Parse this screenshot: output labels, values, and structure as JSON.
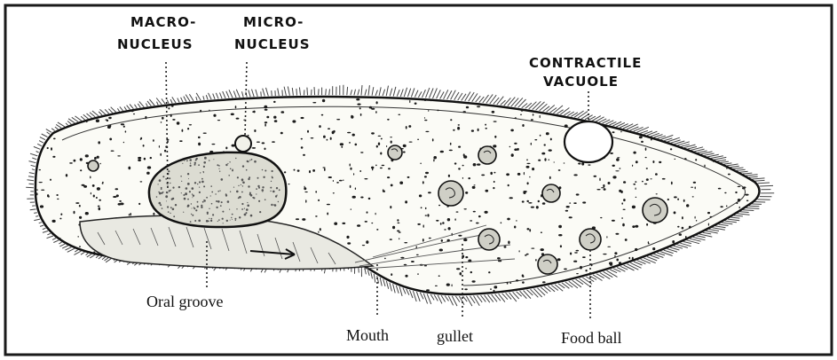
{
  "labels": {
    "macro_line1": "MACRO-",
    "macro_line2": "NUCLEUS",
    "micro_line1": "MICRO-",
    "micro_line2": "NUCLEUS",
    "contractile_line1": "CONTRACTILE",
    "contractile_line2": "VACUOLE",
    "oral_groove": "Oral groove",
    "mouth": "Mouth",
    "gullet": "gullet",
    "food_ball": "Food ball"
  },
  "colors": {
    "frame": "#1a1a1a",
    "ink": "#111111",
    "cell_fill": "#fbfbf6"
  }
}
